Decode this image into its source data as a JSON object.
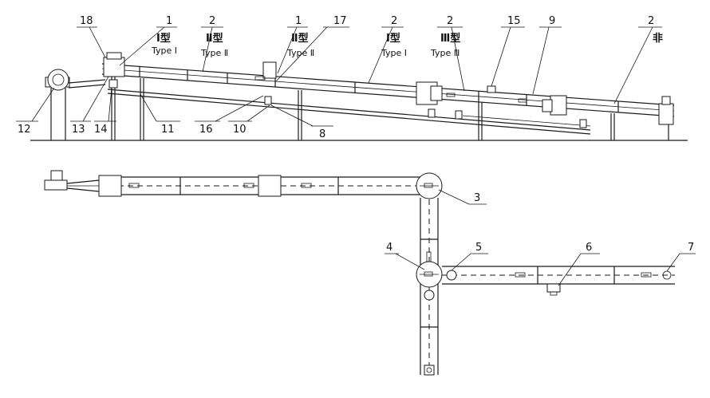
{
  "labels": {
    "n18": "18",
    "n1a": "1",
    "n2a": "2",
    "n1b": "1",
    "n17": "17",
    "n2b": "2",
    "n2c": "2",
    "n15": "15",
    "n9": "9",
    "n2d": "2",
    "n12": "12",
    "n13": "13",
    "n14": "14",
    "n11": "11",
    "n16": "16",
    "n10": "10",
    "n8": "8",
    "n3": "3",
    "n4": "4",
    "n5": "5",
    "n6": "6",
    "n7": "7"
  },
  "types": {
    "t1a_cn": "Ⅰ型",
    "t1a_en": "Type Ⅰ",
    "t2a_cn": "Ⅱ型",
    "t2a_en": "Type Ⅱ",
    "t2b_cn": "Ⅱ型",
    "t2b_en": "Type Ⅱ",
    "t1b_cn": "Ⅰ型",
    "t1b_en": "Type Ⅰ",
    "t3_cn": "Ⅲ型",
    "t3_en": "Type Ⅲ",
    "t_nonstd": "非"
  }
}
